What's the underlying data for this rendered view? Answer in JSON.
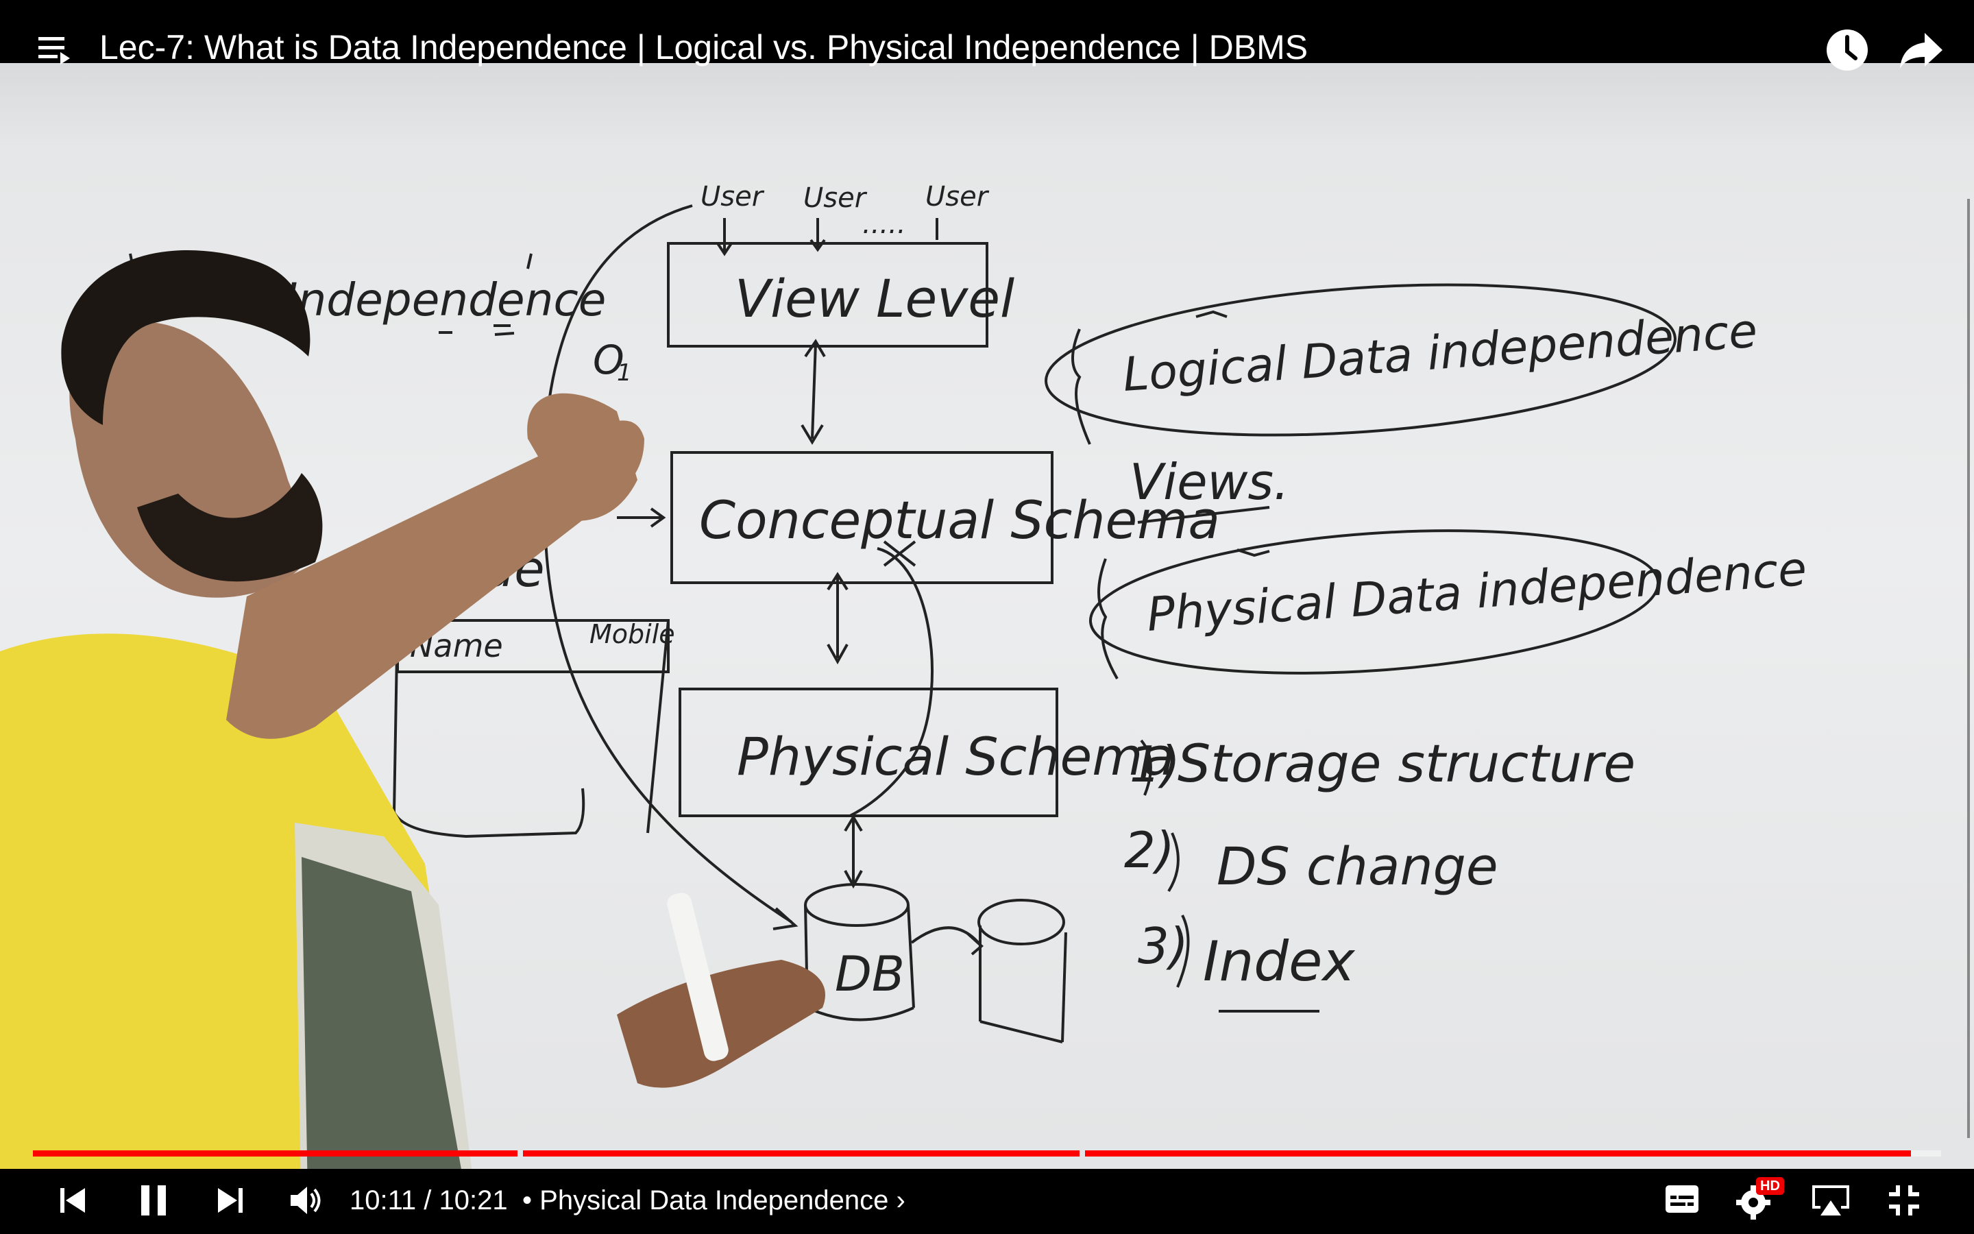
{
  "header": {
    "title": "Lec-7: What is Data Independence | Logical vs. Physical Independence | DBMS"
  },
  "whiteboard": {
    "heading": "Independence",
    "users": [
      "User",
      "User",
      "User"
    ],
    "users_ellipsis": ".....",
    "view_level": "View Level",
    "conceptual_schema": "Conceptual Schema",
    "physical_schema": "Physical Schema",
    "db": "DB",
    "note_o1": "O",
    "note_o1_sub": "1",
    "student_label": "Stude",
    "table_cols": [
      "Name",
      "Mobile"
    ],
    "logical_data_independence": "Logical Data independence",
    "views": "Views.",
    "physical_data_independence": "Physical Data independence",
    "list": [
      {
        "num": "1)",
        "text": "Storage structure"
      },
      {
        "num": "2)",
        "text": "DS change"
      },
      {
        "num": "3)",
        "text": "Index"
      }
    ]
  },
  "player": {
    "time": "10:11 / 10:21",
    "chapter_separator": "•",
    "chapter": "Physical Data Independence",
    "chapter_chevron": "›",
    "progress_fraction": 0.979,
    "hd_badge": "HD",
    "accent_color": "#ff0000"
  },
  "icons": {
    "menu": "playlist-menu-icon",
    "clock": "watch-later-icon",
    "share": "share-icon",
    "previous": "previous-icon",
    "pause": "pause-icon",
    "next": "next-icon",
    "volume": "volume-icon",
    "captions": "captions-icon",
    "settings": "settings-icon",
    "airplay": "airplay-icon",
    "exit_fullscreen": "exit-fullscreen-icon"
  }
}
